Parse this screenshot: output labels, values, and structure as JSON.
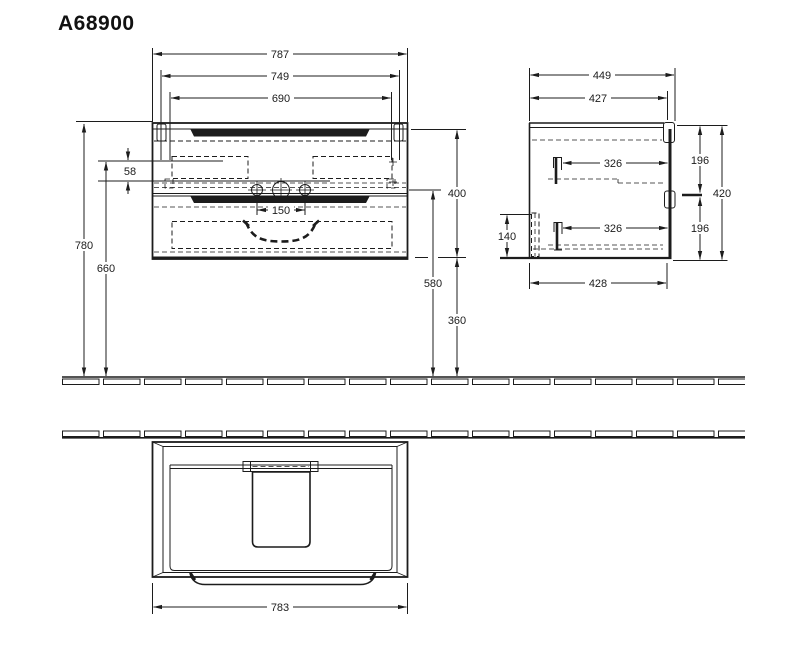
{
  "title": "A68900",
  "front": {
    "overall_width": "787",
    "carcass_width": "749",
    "groove_width": "690",
    "groove_offset": "58",
    "mount_height": "780",
    "rail_height": "660",
    "body_height": "400",
    "drain_height": "580",
    "clearance_height": "360",
    "faucet_spacing": "150"
  },
  "side": {
    "overall_depth": "449",
    "body_depth": "427",
    "top_rail_depth": "326",
    "bottom_rail_depth": "326",
    "top_front_height": "196",
    "bottom_front_height": "196",
    "overall_height": "420",
    "back_clearance": "140",
    "bottom_depth": "428"
  },
  "plan": {
    "overall_width": "783"
  },
  "colors": {
    "line": "#1c1c1c",
    "background": "#ffffff"
  }
}
